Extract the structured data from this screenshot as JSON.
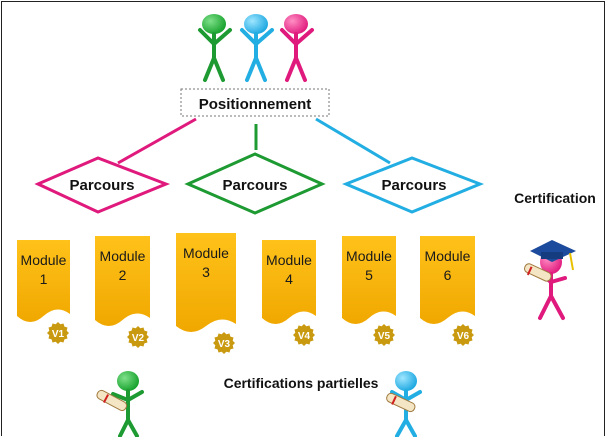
{
  "positionnement": "Positionnement",
  "parcours": [
    {
      "label": "Parcours",
      "color": "#e0197d"
    },
    {
      "label": "Parcours",
      "color": "#1e9a32"
    },
    {
      "label": "Parcours",
      "color": "#22aee2"
    }
  ],
  "modules": [
    {
      "word": "Module",
      "num": "1",
      "badge": "V1"
    },
    {
      "word": "Module",
      "num": "2",
      "badge": "V2"
    },
    {
      "word": "Module",
      "num": "3",
      "badge": "V3"
    },
    {
      "word": "Module",
      "num": "4",
      "badge": "V4"
    },
    {
      "word": "Module",
      "num": "5",
      "badge": "V5"
    },
    {
      "word": "Module",
      "num": "6",
      "badge": "V6"
    }
  ],
  "certification": "Certification",
  "certifications_partielles": "Certifications partielles",
  "colors": {
    "pink": "#e0197d",
    "green": "#1e9a32",
    "blue": "#22aee2",
    "module_fill": "#f7b500",
    "badge_fill": "#c99a10",
    "badge_text": "#ffffff"
  },
  "icons": [
    "person-green-icon",
    "person-blue-icon",
    "person-pink-icon",
    "graduate-icon",
    "diploma-green-person-icon",
    "diploma-blue-person-icon"
  ]
}
